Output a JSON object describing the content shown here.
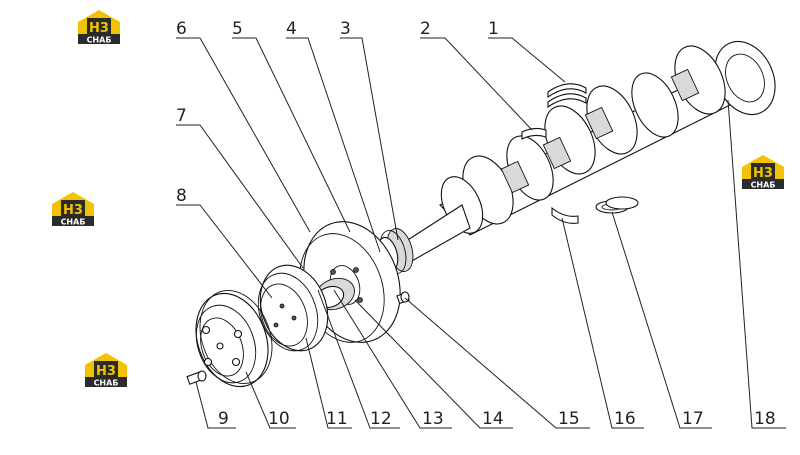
{
  "colors": {
    "logo_yellow": "#f2c200",
    "logo_dark": "#2b2b2b",
    "line": "#222222"
  },
  "logos": [
    {
      "mark": "Н3",
      "caption": "СНАБ"
    },
    {
      "mark": "Н3",
      "caption": "СНАБ"
    },
    {
      "mark": "Н3",
      "caption": "СНАБ"
    },
    {
      "mark": "Н3",
      "caption": "СНАБ"
    }
  ],
  "callouts": [
    "1",
    "2",
    "3",
    "4",
    "5",
    "6",
    "7",
    "8",
    "9",
    "10",
    "11",
    "12",
    "13",
    "14",
    "15",
    "16",
    "17",
    "18"
  ]
}
